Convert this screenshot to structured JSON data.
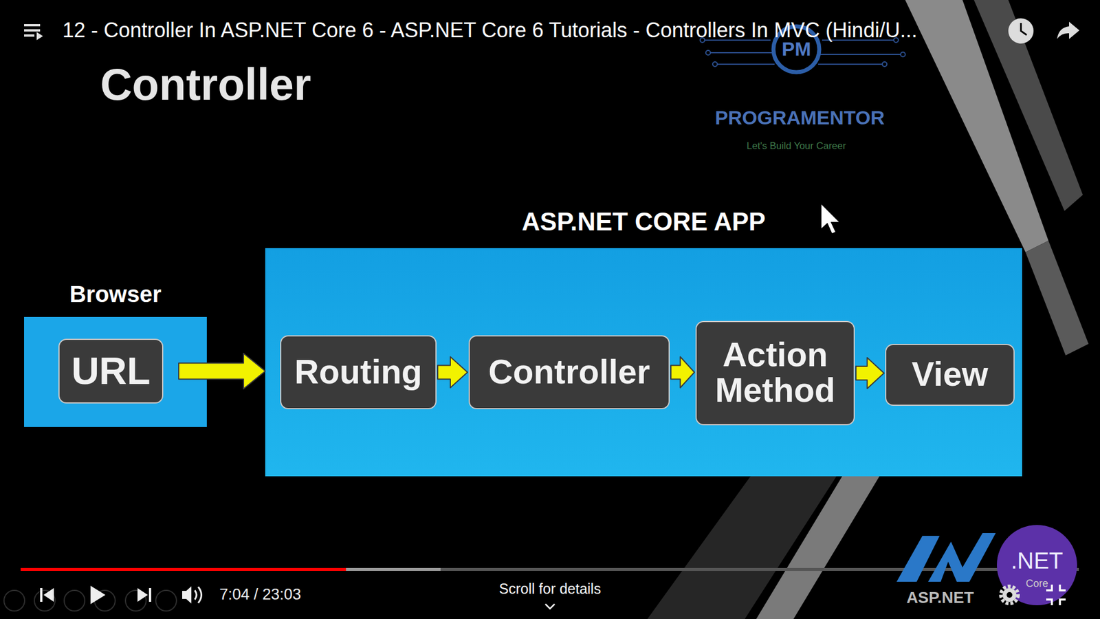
{
  "diagram": {
    "title": "Controller",
    "nodes": [
      {
        "text": [
          "Browser"
        ]
      },
      {
        "text": [
          "URL"
        ],
        "in": 0
      },
      {
        "text": [
          "ASP.NET CORE APP"
        ]
      },
      {
        "text": [
          "Routing"
        ],
        "in": 2
      },
      {
        "text": [
          "Controller"
        ],
        "in": 2
      },
      {
        "text": [
          "Action Method"
        ],
        "in": 2
      },
      {
        "text": [
          "View"
        ],
        "in": 2
      }
    ],
    "edges": [
      {
        "from": 1,
        "to": 2,
        "arrow": "to"
      },
      {
        "from": 3,
        "to": 4,
        "arrow": "to"
      },
      {
        "from": 4,
        "to": 5,
        "arrow": "to"
      },
      {
        "from": 5,
        "to": 6,
        "arrow": "to"
      }
    ],
    "labels": [
      "12 - Controller In ASP.NET Core 6 - ASP.NET Core 6 Tutorials - Controllers In MVC (Hindi/U...",
      "PM",
      "PROGRAMENTOR",
      "Let's Build Your Career",
      "7:04 / 23:03",
      "Scroll for details",
      "ASP.NET",
      ".NET",
      "Core"
    ]
  }
}
